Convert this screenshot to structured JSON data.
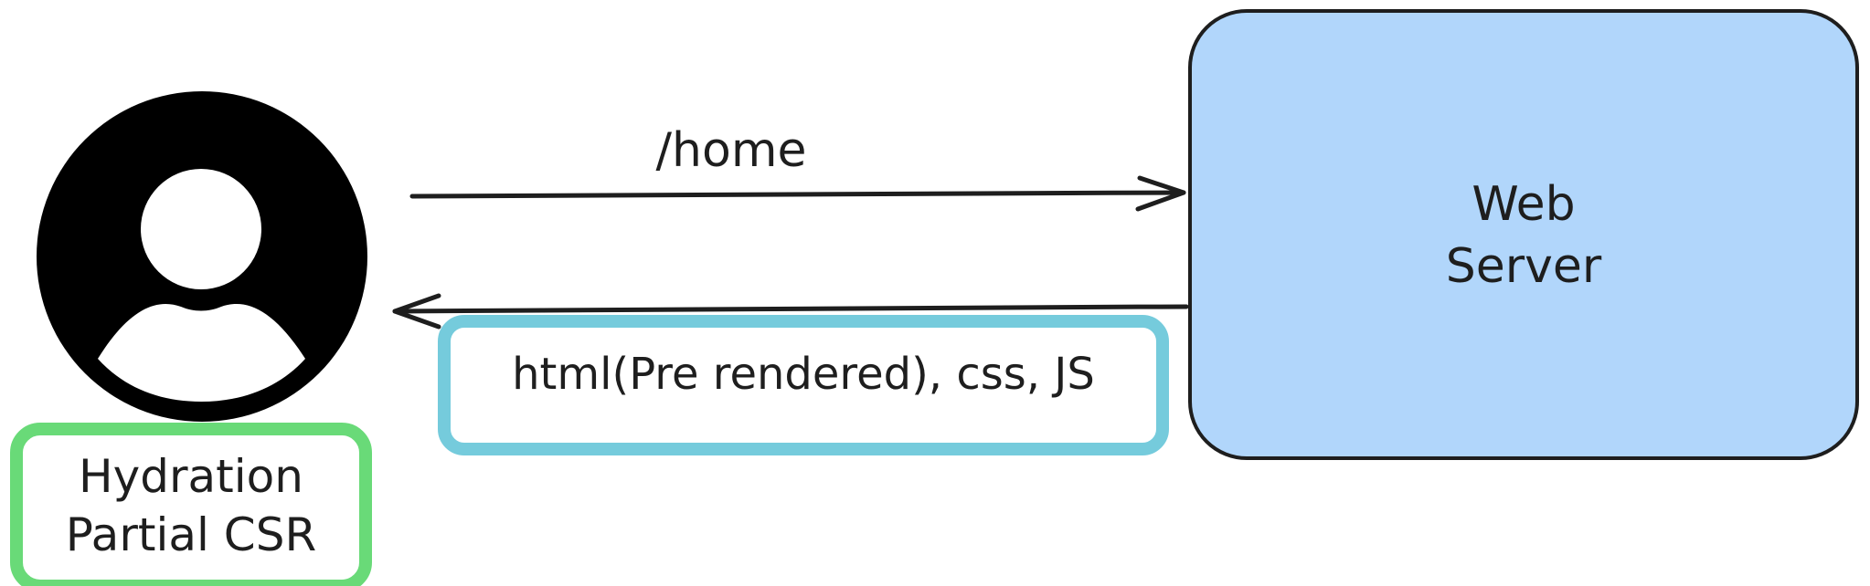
{
  "request": {
    "label": "/home"
  },
  "server": {
    "title_line1": "Web",
    "title_line2": "Server"
  },
  "response": {
    "label": "html(Pre rendered), css, JS"
  },
  "client": {
    "note_line1": "Hydration",
    "note_line2": "Partial CSR"
  },
  "colors": {
    "stroke": "#1e1e1e",
    "server_fill": "#b1d6fb",
    "response_box_border": "#75cbdc",
    "client_note_border": "#69da78",
    "avatar": "#000000",
    "background": "#ffffff"
  },
  "icons": {
    "client": "user-avatar-icon"
  }
}
